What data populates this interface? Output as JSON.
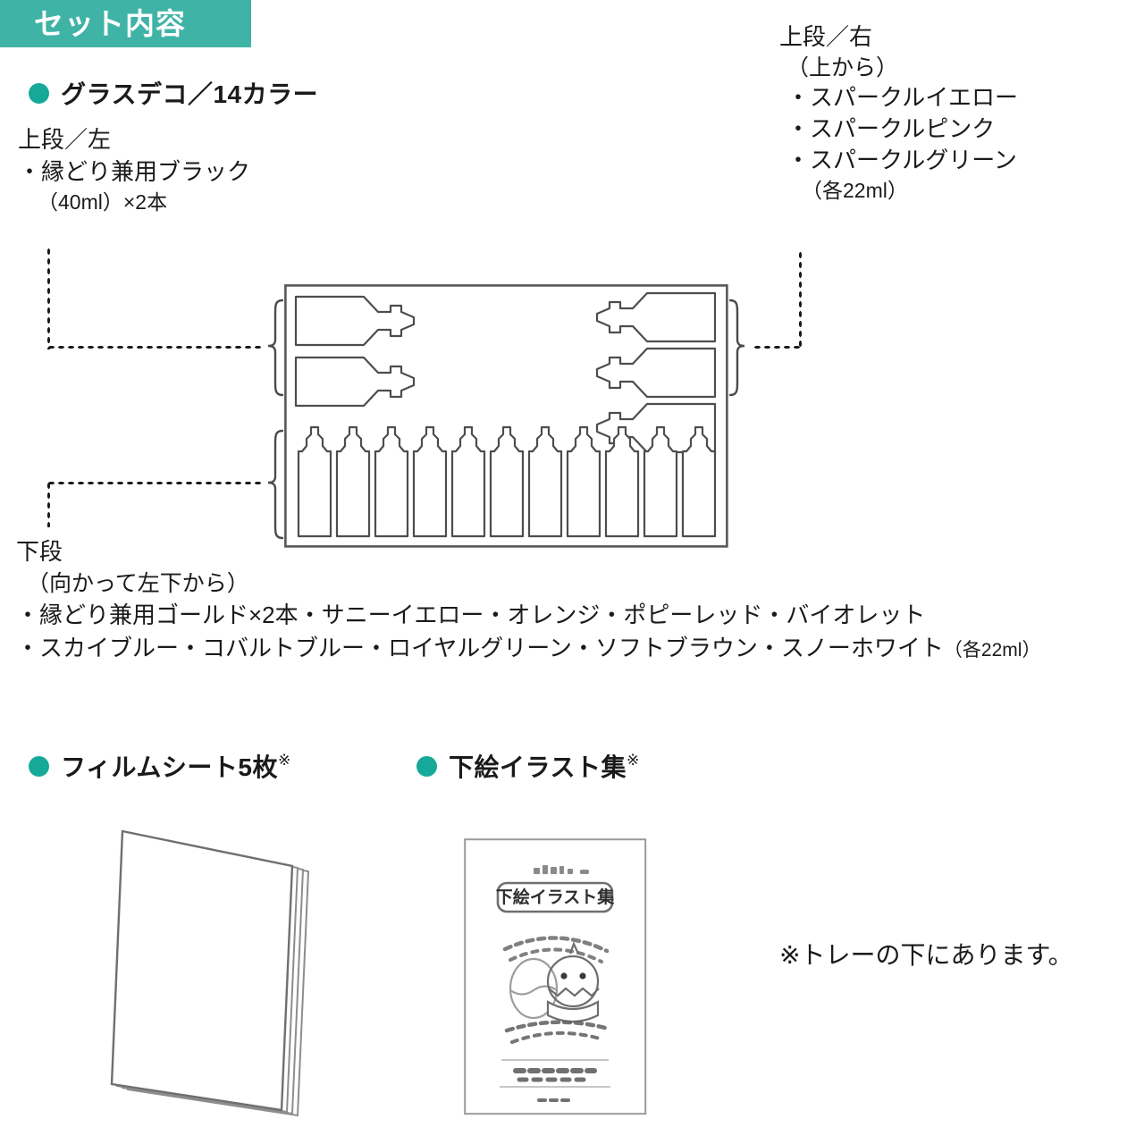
{
  "header": {
    "badge_label": "セット内容",
    "badge_color": "#3fb3a6"
  },
  "sections": {
    "glass_deco": {
      "bullet_label": "グラスデコ／14カラー",
      "upper_left": {
        "heading": "上段／左",
        "item": "・縁どり兼用ブラック",
        "volume": "（40ml）×2本"
      },
      "upper_right": {
        "heading": "上段／右",
        "subheading": "（上から）",
        "items": [
          "・スパークルイエロー",
          "・スパークルピンク",
          "・スパークルグリーン"
        ],
        "volume": "（各22ml）"
      },
      "lower": {
        "heading": "下段",
        "subheading": "（向かって左下から）",
        "line1": "・縁どり兼用ゴールド×2本・サニーイエロー・オレンジ・ポピーレッド・バイオレット",
        "line2": "・スカイブルー・コバルトブルー・ロイヤルグリーン・ソフトブラウン・スノーホワイト",
        "line2_volume": "（各22ml）"
      }
    },
    "film_sheet": {
      "bullet_label": "フィルムシート5枚",
      "mark": "※"
    },
    "illustration_book": {
      "bullet_label": "下絵イラスト集",
      "mark": "※",
      "cover_title": "下絵イラスト集"
    },
    "footnote": "※トレーの下にあります。"
  },
  "tray": {
    "upper_left_bottle_count": 2,
    "upper_right_bottle_count": 3,
    "lower_bottle_count": 11
  }
}
